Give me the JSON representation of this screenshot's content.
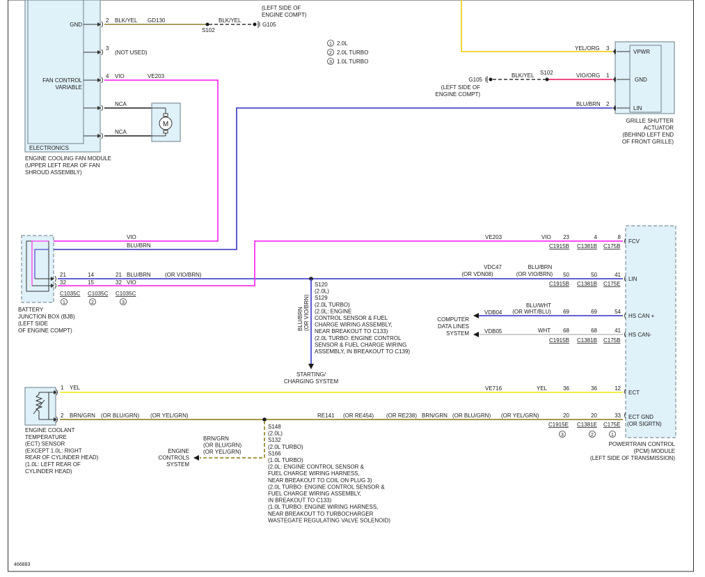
{
  "colors": {
    "blk_yel": "#8a7a2a",
    "vio": "#ff33ee",
    "blu_brn": "#4a4acc",
    "yel": "#f2ec2a",
    "yel_org": "#f0d020",
    "vio_org": "#ee3370",
    "brn_grn": "#9a8a30",
    "wht": "#c8c8c8",
    "black": "#1a1a1a",
    "component_fill": "#dff1f9",
    "component_stroke": "#7f8f99"
  },
  "fan_module": {
    "gnd_label": "GND",
    "fan_control_line1": "FAN CONTROL",
    "fan_control_line2": "VARIABLE",
    "electronics_label": "ELECTRONICS",
    "name_line1": "ENGINE COOLING FAN MODULE",
    "name_line2": "(UPPER LEFT REAR OF FAN",
    "name_line3": "SHROUD ASSEMBLY)",
    "pin2": "2",
    "pin2_color": "BLK/YEL",
    "pin2_circuit": "GD130",
    "pin3": "3",
    "pin3_note": "(NOT USED)",
    "pin4": "4",
    "pin4_color": "VIO",
    "pin4_circuit": "VE203",
    "nca_1": "NCA",
    "nca_2": "NCA",
    "motor_label": "M"
  },
  "top_ground": {
    "splice": "S102",
    "wire_color": "BLK/YEL",
    "ground": "G105",
    "loc_line1": "(LEFT SIDE OF",
    "loc_line2": "ENGINE COMPT)"
  },
  "legend": {
    "n1": "1",
    "t1": "2.0L",
    "n2": "2",
    "t2": "2.0L TURBO",
    "n3": "3",
    "t3": "1.0L TURBO"
  },
  "grille_shutter": {
    "vpwr": "VPWR",
    "gnd": "GND",
    "lin": "LIN",
    "yel_org": "YEL/ORG",
    "pin3": "3",
    "vio_org": "VIO/ORG",
    "pin1": "1",
    "blu_brn": "BLU/BRN",
    "pin2": "2",
    "ground": "G105",
    "blk_yel": "BLK/YEL",
    "splice": "S102",
    "gloc1": "(LEFT SIDE OF",
    "gloc2": "ENGINE COMPT)",
    "name1": "GRILLE SHUTTER",
    "name2": "ACTUATOR",
    "name3": "(BEHIND LEFT END",
    "name4": "OF FRONT GRILLE)"
  },
  "bjb": {
    "vio": "VIO",
    "blu_brn": "BLU/BRN",
    "r1_a": "21",
    "r1_b": "14",
    "r1_c": "21",
    "r1_color": "BLU/BRN",
    "r1_alt": "(OR VIO/BRN)",
    "r2_a": "32",
    "r2_b": "15",
    "r2_c": "32",
    "r2_color": "VIO",
    "c1": "C1035C",
    "c2": "C1035C",
    "c3": "C1035C",
    "c1n": "1",
    "c2n": "2",
    "c3n": "3",
    "name1": "BATTERY",
    "name2": "JUNCTION BOX (BJB)",
    "name3": "(LEFT SIDE",
    "name4": "OF ENGINE COMPT)"
  },
  "splice_s120": {
    "lines": [
      "S120",
      "(2.0L)",
      "S129",
      "(2.0L TURBO)",
      "(2.0L: ENGINE",
      "CONTROL SENSOR & FUEL",
      "CHARGE WIRING ASSEMBLY,",
      "NEAR BREAKOUT TO C133)",
      "(2.0L TURBO: ENGINE CONTROL",
      "SENSOR & FUEL CHARGE WIRING",
      "ASSEMBLY, IN BREAKOUT TO C139)"
    ],
    "vert_color": "BLU/BRN",
    "vert_alt": "(OR VIO/BRN)",
    "dest1": "STARTING/",
    "dest2": "CHARGING SYSTEM"
  },
  "pcm_rows": {
    "fcv_circuit": "VE203",
    "fcv_color": "VIO",
    "fcv_p1": "23",
    "fcv_p2": "4",
    "fcv_p3": "8",
    "fcv_label": "FCV",
    "conn1": "C1915B",
    "conn2": "C1381B",
    "conn3": "C175B",
    "lin_circuit": "VDC47",
    "lin_circuit_alt": "(OR VDN08)",
    "lin_color": "BLU/BRN",
    "lin_color_alt": "(OR VIO/BRN)",
    "lin_p1": "50",
    "lin_p2": "50",
    "lin_p3": "41",
    "lin_label": "LIN",
    "lin_conn3": "C175E",
    "cdl1": "COMPUTER",
    "cdl2": "DATA LINES",
    "cdl3": "SYSTEM",
    "hsp_circuit": "VDB04",
    "hsp_color": "BLU/WHT",
    "hsp_alt": "(OR WHT/BLU)",
    "hsp_p1": "69",
    "hsp_p2": "69",
    "hsp_p3": "54",
    "hsp_label": "HS CAN +",
    "hsm_circuit": "VDB05",
    "hsm_color": "WHT",
    "hsm_p1": "68",
    "hsm_p2": "68",
    "hsm_p3": "41",
    "hsm_label": "HS CAN-",
    "ect_circuit": "VE716",
    "ect_color": "YEL",
    "ect_p1": "36",
    "ect_p2": "36",
    "ect_p3": "12",
    "ect_label": "ECT",
    "gnd_p1": "20",
    "gnd_p2": "20",
    "gnd_p3": "33",
    "gnd_label": "ECT GND",
    "gnd_label_alt": "(OR SIGRTN)",
    "gconn1": "C1915E",
    "gconn2": "C1381E",
    "gconn3": "C175E",
    "gn1": "3",
    "gn2": "2",
    "gn3": "1",
    "pcm1": "POWERTRAIN CONTROL",
    "pcm2": "(PCM) MODULE",
    "pcm3": "(LEFT SIDE OF TRANSMISSION)"
  },
  "ect_sensor": {
    "pin1": "1",
    "pin1_color": "YEL",
    "pin2": "2",
    "pin2_color": "BRN/GRN",
    "pin2_alt1": "(OR BLU/GRN)",
    "pin2_alt2": "(OR YEL/GRN)",
    "right_circuit": "RE141",
    "right_alt1": "(OR RE454)",
    "right_alt2": "(OR RE238)",
    "right_color": "BRN/GRN",
    "right_alt3": "(OR BLU/GRN)",
    "right_alt4": "(OR YEL/GRN)",
    "name": [
      "ENGINE COOLANT",
      "TEMPERATURE",
      "(ECT) SENSOR",
      "(EXCEPT 1.0L: RIGHT",
      "REAR OF CYLINDER HEAD)",
      "(1.0L: LEFT REAR OF",
      "CYLINDER HEAD)"
    ]
  },
  "splice_s148": {
    "lines": [
      "S148",
      "(2.0L)",
      "S132",
      "(2.0L TURBO)",
      "S166",
      "(1.0L TURBO)",
      "(2.0L: ENGINE CONTROL SENSOR &",
      "FUEL CHARGE WIRING HARNESS,",
      "NEAR BREAKOUT TO COIL ON PLUG 3)",
      "(2.0L TURBO: ENGINE CONTROL SENSOR &",
      "FUEL CHARGE WIRING ASSEMBLY,",
      "IN BREAKOUT TO C133)",
      "(1.0L TURBO: ENGINE WIRING HARNESS,",
      "NEAR BREAKOUT TO TURBOCHARGER",
      "WASTEGATE REGULATING VALVE SOLENOID)"
    ],
    "branch_colors": [
      "BRN/GRN",
      "(OR BLU/GRN)",
      "(OR YEL/GRN)"
    ],
    "dest": [
      "ENGINE",
      "CONTROLS",
      "SYSTEM"
    ]
  },
  "diagram_id": "466883"
}
